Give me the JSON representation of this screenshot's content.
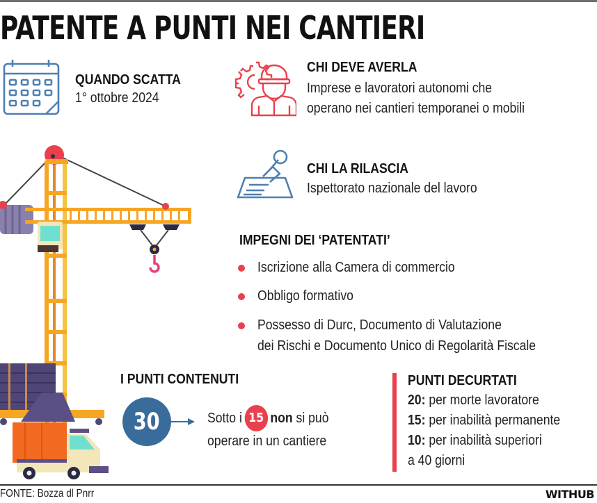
{
  "title": "PATENTE A PUNTI NEI CANTIERI",
  "quando": {
    "heading": "QUANDO SCATTA",
    "value": "1° ottobre 2024",
    "icon": "calendar-icon"
  },
  "chi_deve": {
    "heading": "CHI DEVE AVERLA",
    "lines": [
      "Imprese e lavoratori autonomi che",
      "operano nei cantieri temporanei o mobili"
    ],
    "icon": "worker-gear-icon"
  },
  "chi_rilascia": {
    "heading": "CHI LA RILASCIA",
    "value": "Ispettorato nazionale del lavoro",
    "icon": "stamp-icon"
  },
  "impegni": {
    "heading": "IMPEGNI DEI ‘PATENTATI’",
    "items": [
      {
        "lines": [
          "Iscrizione alla Camera di commercio"
        ]
      },
      {
        "lines": [
          "Obbligo formativo"
        ]
      },
      {
        "lines": [
          "Possesso di Durc, Documento di Valutazione",
          "dei Rischi e Documento Unico di Regolarità Fiscale"
        ]
      }
    ]
  },
  "punti_contenuti": {
    "heading": "I PUNTI CONTENUTI",
    "total": "30",
    "text_before": "Sotto i",
    "threshold": "15",
    "text_bold": "non",
    "text_after": "si può",
    "line2": "operare in un cantiere"
  },
  "punti_decurtati": {
    "heading": "PUNTI DECURTATI",
    "rows": [
      {
        "points": "20:",
        "text": "per morte lavoratore"
      },
      {
        "points": "15:",
        "text": "per inabilità permanente"
      },
      {
        "points": "10:",
        "text": "per inabilità superiori"
      }
    ],
    "continuation": "a 40 giorni"
  },
  "footer": {
    "source": "FONTE: Bozza dl Pnrr",
    "brand": "WITHUB"
  },
  "colors": {
    "blue": "#3a6c9b",
    "red": "#e8414d",
    "crane_orange": "#f6a623",
    "crane_yellow": "#f5c242",
    "truck_orange": "#f26a21",
    "purple": "#5b4f86"
  }
}
